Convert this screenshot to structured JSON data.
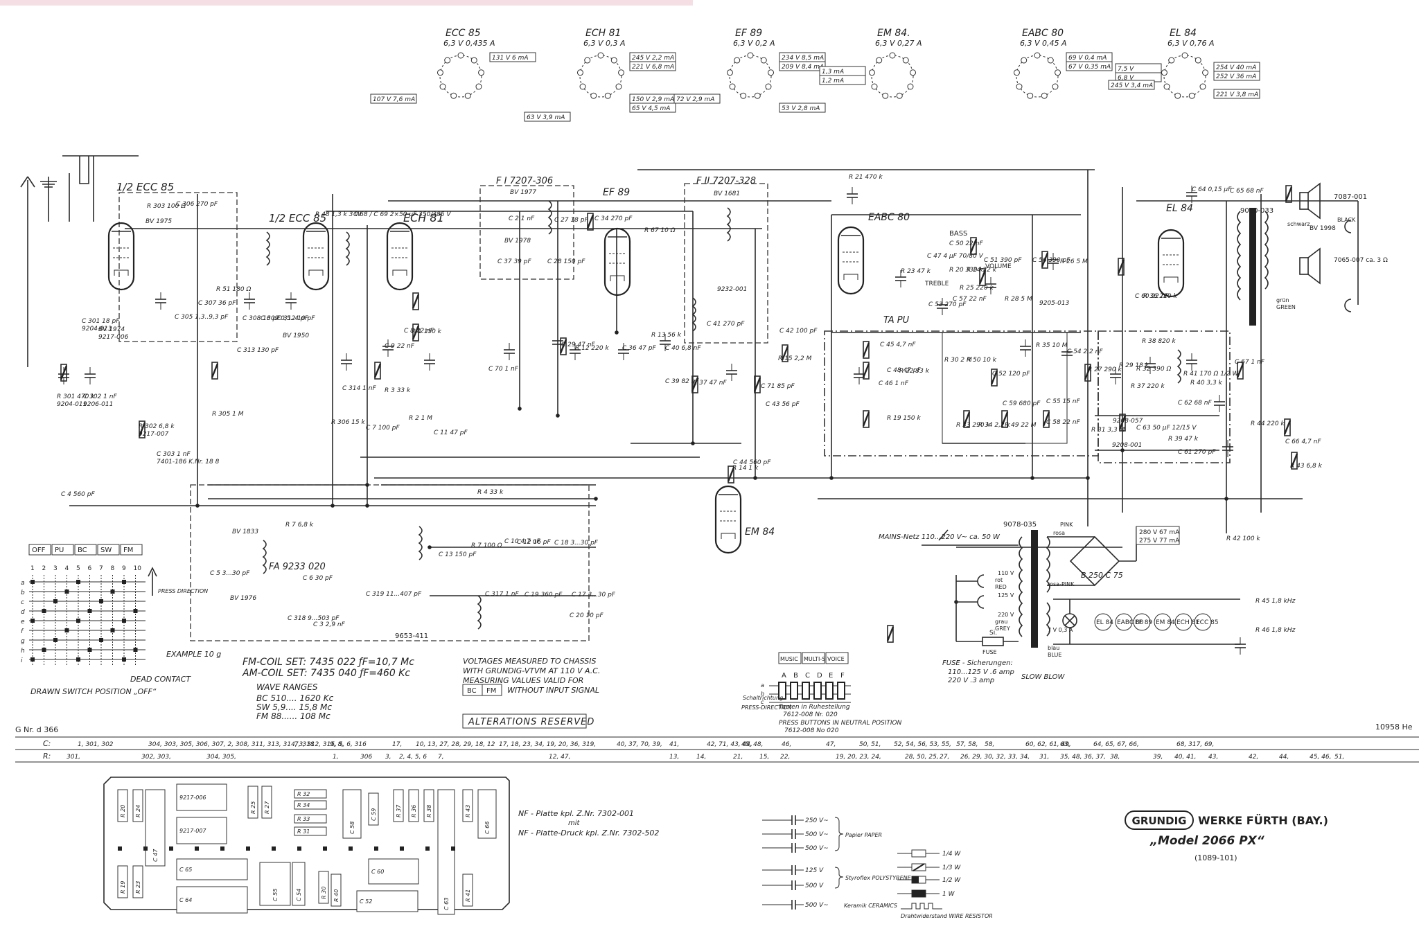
{
  "socket_header": [
    {
      "name": "ECC 85",
      "spec": "6,3 V 0,435 A",
      "readings": [
        "131 V 6 mA",
        "107 V 7,6 mA"
      ]
    },
    {
      "name": "ECH 81",
      "spec": "6,3 V 0,3 A",
      "readings": [
        "245 V 2,2 mA",
        "221 V 6,8 mA",
        "150 V 2,9 mA",
        "65 V 4,5 mA",
        "63 V 3,9 mA"
      ]
    },
    {
      "name": "EF 89",
      "spec": "6,3 V 0,2 A",
      "readings": [
        "234 V 8,5 mA",
        "209 V 8,4 mA",
        "72 V 2,9 mA",
        "53 V 2,8 mA"
      ]
    },
    {
      "name": "EM 84.",
      "spec": "6,3 V 0,27 A",
      "readings": [
        "1,3 mA",
        "1,2 mA"
      ]
    },
    {
      "name": "EABC 80",
      "spec": "6,3 V 0,45 A",
      "readings": [
        "69 V 0,4 mA",
        "67 V 0,35 mA"
      ]
    },
    {
      "name": "EL 84",
      "spec": "6,3 V 0,76 A",
      "readings": [
        "7,5 V",
        "6,8 V",
        "254 V 40 mA",
        "252 V 36 mA",
        "245 V 3,4 mA",
        "221 V 3,8 mA"
      ]
    }
  ],
  "stage_labels": {
    "ecc85_a": "1/2 ECC 85",
    "ecc85_b": "1/2 ECC 85",
    "ech81": "ECH 81",
    "ef89": "EF 89",
    "eabc80": "EABC 80",
    "el84": "EL 84",
    "em84": "EM 84",
    "fi1": "F I 7207-306",
    "fi2": "F II 7207-328",
    "fa": "FA 9233 020",
    "bass": "BASS",
    "treble": "TREBLE",
    "volume": "VOLUME",
    "tapu": "TA PU",
    "mains": "MAINS-Netz 110...220 V~ ca. 50 W",
    "rectifier": "B 250 C 75",
    "transformer": "9078-035",
    "output_tx": "9060-033",
    "speaker_1": "7087-001",
    "speaker_2": "7065-007 ca. 3 Ω",
    "bv1998": "BV 1998",
    "board_id": "9653-411"
  },
  "component_labels": [
    "R 301 470 k",
    "C 302 1 nF",
    "C 301 18 pF",
    "BV 1974",
    "R 302 6,8 k",
    "C 303 1 nF",
    "C 4 560 pF",
    "R 303 100 Ω",
    "BV 1975",
    "C 306 270 pF",
    "C 305 1,3..9,3 pF",
    "C 307 36 pF",
    "R 305 1 M",
    "C 313 130 pF",
    "C 308 16 pF",
    "C 309 0,5..4 pF",
    "C 312 10 pF",
    "BV 1950",
    "R 306 15 k",
    "C 314 1 nF",
    "C 7 100 pF",
    "C 9 22 nF",
    "C 8 22 nF",
    "R 1 150 k",
    "R 2 1 M",
    "R 3 33 k",
    "C 11 47 pF",
    "R 4 33 k",
    "C 13 150 pF",
    "R 7 100 Ω",
    "C 10 4,7 nF",
    "C 12 16 pF",
    "C 18 3...30 pF",
    "C 19 360 pF",
    "C 17 3...30 pF",
    "C 20 10 pF",
    "C 319 11...407 pF",
    "C 318 9...503 pF",
    "C 3 2,9 nF",
    "R 7 6,8 k",
    "C 6 30 pF",
    "C 5 3...30 pF",
    "C 2 1 nF",
    "C 27 18 pF",
    "C 37 39 pF",
    "C 28 150 pF",
    "C 34 270 pF",
    "R 67 10 Ω",
    "C 70 1 nF",
    "C 29 47 nF",
    "R 12 220 k",
    "C 36 47 pF",
    "C 40 6,8 nF",
    "R 13 56 k",
    "C 39 82 nF",
    "C 37 47 nF",
    "R 14 1 k",
    "C 43 56 pF",
    "C 71 85 pF",
    "C 41 270 pF",
    "C 44 560 pF",
    "C 42 100 pF",
    "R 15 2,2 M",
    "R 21 470 k",
    "C 45 4,7 nF",
    "C 48 47 pF",
    "R 22 33 k",
    "C 46 1 nF",
    "R 19 150 k",
    "R 23 47 k",
    "C 47 4 μF 70/80 V",
    "R 20 330 k",
    "R 24 22 k",
    "C 50 22 nF",
    "R 25 220 k",
    "C 51 390 pF",
    "C 56 390 pF",
    "R 26 5 M",
    "R 28 5 M",
    "C 53 270 pF",
    "C 57 22 nF",
    "R 35 10 M",
    "R 30 2 M",
    "R 50 10 k",
    "C 52 120 pF",
    "C 59 680 pF",
    "C 54 2,2 nF",
    "C 55 15 nF",
    "R 33 290 k",
    "R 34 2,2 k",
    "R 49 22 M",
    "C 58 22 nF",
    "R 27 290 k",
    "R 29 18 k",
    "R 32 390 Ω",
    "R 31 3,3 M",
    "R 36 220 k",
    "C 60 22 nF",
    "R 38 820 k",
    "R 37 220 k",
    "C 62 68 nF",
    "R 39 47 k",
    "C 61 270 pF",
    "C 63 50 μF 12/15 V",
    "R 41 170 Ω 1/2 W",
    "R 40 3,3 k",
    "C 64 0,15 μF",
    "C 65 68 nF",
    "R 44 220 k",
    "C 66 4,7 nF",
    "R 43 6,8 k",
    "C 67 1 nF",
    "R 42 100 k",
    "R 46 1,8 kHz",
    "R 45 1,8 kHz",
    "R 51 180 Ω",
    "R 48 1,3 k 3 W",
    "C 68 / C 69 2×50 μF 350/385 V",
    "C 317 1 nF",
    "BV 1833",
    "BV 1976",
    "BV 1977",
    "BV 1978",
    "BV 1681",
    "9232-001",
    "9208-057",
    "9208-001",
    "9205-013",
    "9204-011",
    "9206-011",
    "9204-013",
    "9217-006",
    "9217-007",
    "7401-186 K.Nr. 18 8"
  ],
  "wire_colors": [
    "schwarz",
    "BLACK",
    "grün",
    "GREEN",
    "rot",
    "RED",
    "rosa",
    "PINK",
    "blau",
    "BLUE",
    "grau",
    "GREY",
    "rosa-PINK"
  ],
  "transformer_taps": [
    "110 V",
    "125 V",
    "220 V",
    "7 V 0,3 A",
    "Si.",
    "FUSE"
  ],
  "heater_chain": [
    "EL 84",
    "EABC 80",
    "EF 89",
    "EM 84",
    "ECH 81",
    "ECC 85"
  ],
  "switch_matrix": {
    "headers": [
      "OFF",
      "PU",
      "BC",
      "SW",
      "FM"
    ],
    "columns": [
      "1",
      "2",
      "3",
      "4",
      "5",
      "6",
      "7",
      "8",
      "9",
      "10"
    ],
    "rows": [
      "a",
      "b",
      "c",
      "d",
      "e",
      "f",
      "g",
      "h",
      "i"
    ],
    "press_direction": "PRESS DIRECTION",
    "example": "EXAMPLE 10 g",
    "dead_contact": "DEAD CONTACT",
    "caption": "DRAWN SWITCH POSITION „OFF“"
  },
  "coil_sets": {
    "fm": "FM-COIL SET: 7435 022  ƒF=10,7 Mc",
    "am": "AM-COIL SET: 7435 040  ƒF=460 Kc",
    "wave_title": "WAVE RANGES",
    "bc": "BC 510.... 1620 Kc",
    "sw": "SW 5,9.... 15,8 Mc",
    "fmr": "FM 88...... 108 Mc"
  },
  "measure_note": {
    "line1": "VOLTAGES MEASURED TO CHASSIS",
    "line2": "WITH GRUNDIG-VTVM AT 110 V A.C.",
    "line3": "MEASURING VALUES VALID FOR",
    "bc": "BC",
    "fm": "FM",
    "line4": "WITHOUT INPUT SIGNAL"
  },
  "alterations": "ALTERATIONS RESERVED",
  "tone_keys": {
    "headers": [
      "MUSIC",
      "MULTI-SONIC",
      "VOICE"
    ],
    "letters": [
      "A",
      "B",
      "C",
      "D",
      "E",
      "F"
    ],
    "rows": [
      "a",
      "b",
      "c"
    ],
    "switch_label": "Schaltrichtung",
    "press": "PRESS-DIRECTION",
    "note1": "Tasten in Ruhestellung",
    "note2": "7612-008 Nr. 020",
    "note3": "PRESS BUTTONS IN NEUTRAL POSITION",
    "note4": "7612-008 No 020"
  },
  "fuse_note": {
    "line1": "FUSE - Sicherungen:",
    "line2": "110...125 V .6 amp",
    "line3": "220 V .3 amp",
    "line4": "SLOW BLOW"
  },
  "supply_readings": [
    "280 V 67 mA",
    "275 V 77 mA"
  ],
  "doc_left": "G Nr. d 366",
  "doc_right": "10958 He",
  "component_index": {
    "c_label": "C:",
    "r_label": "R:",
    "c_entries": [
      "1, 301, 302",
      "304, 303, 305, 306, 307, 2, 308, 311, 313, 314, 3, 312, 315, 5, 6, 316",
      "7, 318",
      "9, 8,",
      "17,",
      "10, 13, 27, 28, 29, 18, 12",
      "17, 18, 23, 34, 19, 20, 36, 319,",
      "40, 37, 70, 39,",
      "41,",
      "42, 71, 43, 44,",
      "45, 48,",
      "46,",
      "47,",
      "50, 51,",
      "52, 54, 56, 53, 55,",
      "57, 58,",
      "58,",
      "60, 62, 61, 49,",
      "63,",
      "64, 65, 67, 66,",
      "68, 317, 69,"
    ],
    "r_entries": [
      "301,",
      "302, 303,",
      "304, 305,",
      "1,",
      "306",
      "3,",
      "2, 4, 5, 6",
      "7,",
      "12, 47,",
      "13,",
      "14,",
      "21,",
      "15,",
      "22,",
      "19, 20, 23, 24,",
      "28, 50, 25,",
      "27,",
      "26, 29, 30, 32, 33, 34,",
      "31,",
      "35, 48, 36, 37,",
      "38,",
      "39,",
      "40, 41,",
      "43,",
      "42,",
      "44,",
      "45, 46,",
      "51,"
    ]
  },
  "pcb": {
    "parts": [
      "R 20",
      "R 24",
      "C 47",
      "9217-006",
      "9217-007",
      "R 25",
      "R 27",
      "R 32",
      "R 34",
      "R 33",
      "R 31",
      "C 58",
      "C 59",
      "R 37",
      "R 36",
      "R 38",
      "C 63",
      "R 43",
      "C 66",
      "R 19",
      "R 23",
      "C 65",
      "C 64",
      "C 55",
      "C 54",
      "R 30",
      "R 40",
      "C 60",
      "C 52",
      "R 41"
    ],
    "note1": "NF - Platte kpl. Z.Nr. 7302-001",
    "note1b": "mit",
    "note2": "NF - Platte-Druck kpl. Z.Nr. 7302-502"
  },
  "legend_caps": {
    "rows": [
      "250 V~",
      "500 V~",
      "500 V~",
      "125 V",
      "500 V",
      "500 V~"
    ],
    "paper": "Papier PAPER",
    "styro": "Styroflex POLYSTYRENE",
    "ceramic": "Keramik CERAMICS"
  },
  "legend_res": {
    "rows": [
      "1/4 W",
      "1/3 W",
      "1/2 W",
      "1 W"
    ],
    "wire": "Drahtwiderstand WIRE RESISTOR"
  },
  "brand": {
    "logo": "GRUNDIG",
    "works": "WERKE FÜRTH (BAY.)",
    "model": "„Model 2066 PX“",
    "code": "(1089-101)"
  }
}
